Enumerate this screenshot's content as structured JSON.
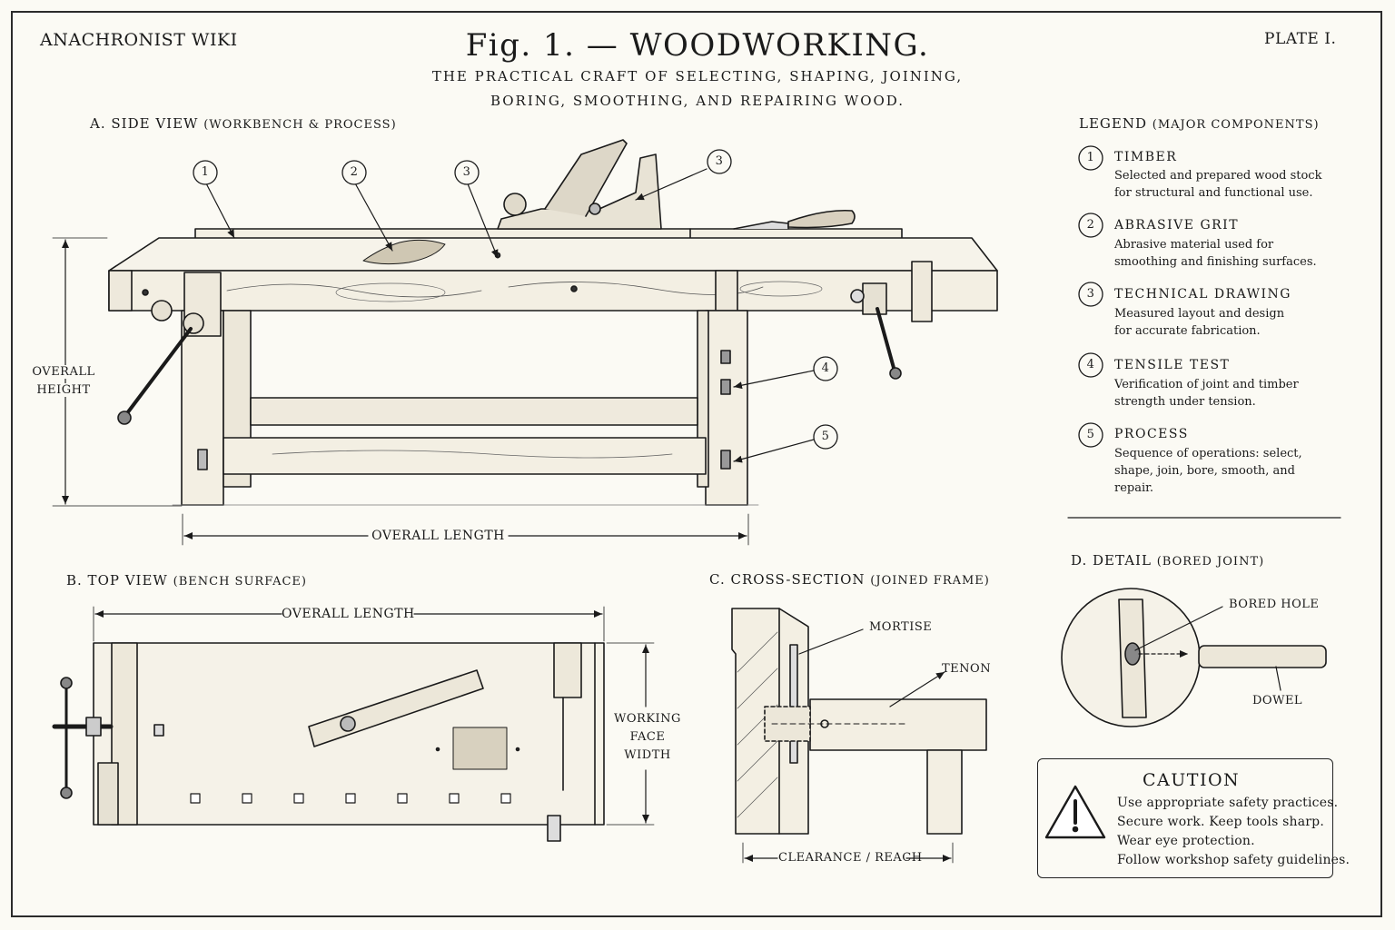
{
  "header": {
    "site": "ANACHRONIST WIKI",
    "title": "Fig. 1. — WOODWORKING.",
    "subtitle_line1": "THE PRACTICAL CRAFT OF SELECTING, SHAPING, JOINING,",
    "subtitle_line2": "BORING, SMOOTHING, AND REPAIRING WOOD.",
    "plate": "PLATE I."
  },
  "side_view": {
    "heading": "A. SIDE VIEW",
    "qualifier": "(WORKBENCH & PROCESS)",
    "height_label_1": "OVERALL",
    "height_label_2": "HEIGHT",
    "length_label": "OVERALL LENGTH",
    "callouts": [
      "1",
      "2",
      "3",
      "3",
      "4",
      "5"
    ]
  },
  "top_view": {
    "heading": "B. TOP VIEW",
    "qualifier": "(BENCH SURFACE)",
    "length_label": "OVERALL LENGTH",
    "width_label_1": "WORKING",
    "width_label_2": "FACE",
    "width_label_3": "WIDTH"
  },
  "cross_section": {
    "heading": "C. CROSS-SECTION",
    "qualifier": "(JOINED FRAME)",
    "mortise": "MORTISE",
    "tenon": "TENON",
    "clearance": "CLEARANCE / REACH"
  },
  "legend": {
    "heading": "LEGEND",
    "qualifier": "(MAJOR COMPONENTS)",
    "items": [
      {
        "num": "1",
        "name": "TIMBER",
        "desc": "Selected and prepared wood stock for structural and functional use."
      },
      {
        "num": "2",
        "name": "ABRASIVE GRIT",
        "desc": "Abrasive material used for smoothing and finishing surfaces."
      },
      {
        "num": "3",
        "name": "TECHNICAL DRAWING",
        "desc": "Measured layout and design for accurate fabrication."
      },
      {
        "num": "4",
        "name": "TENSILE TEST",
        "desc": "Verification of joint and timber strength under tension."
      },
      {
        "num": "5",
        "name": "PROCESS",
        "desc": "Sequence of operations: select, shape, join, bore, smooth, and repair."
      }
    ]
  },
  "detail": {
    "heading": "D. DETAIL",
    "qualifier": "(BORED JOINT)",
    "bored_hole": "BORED HOLE",
    "dowel": "DOWEL"
  },
  "caution": {
    "title": "CAUTION",
    "lines": [
      "Use appropriate safety practices.",
      "Secure work. Keep tools sharp.",
      "Wear eye protection.",
      "Follow workshop safety guidelines."
    ]
  }
}
